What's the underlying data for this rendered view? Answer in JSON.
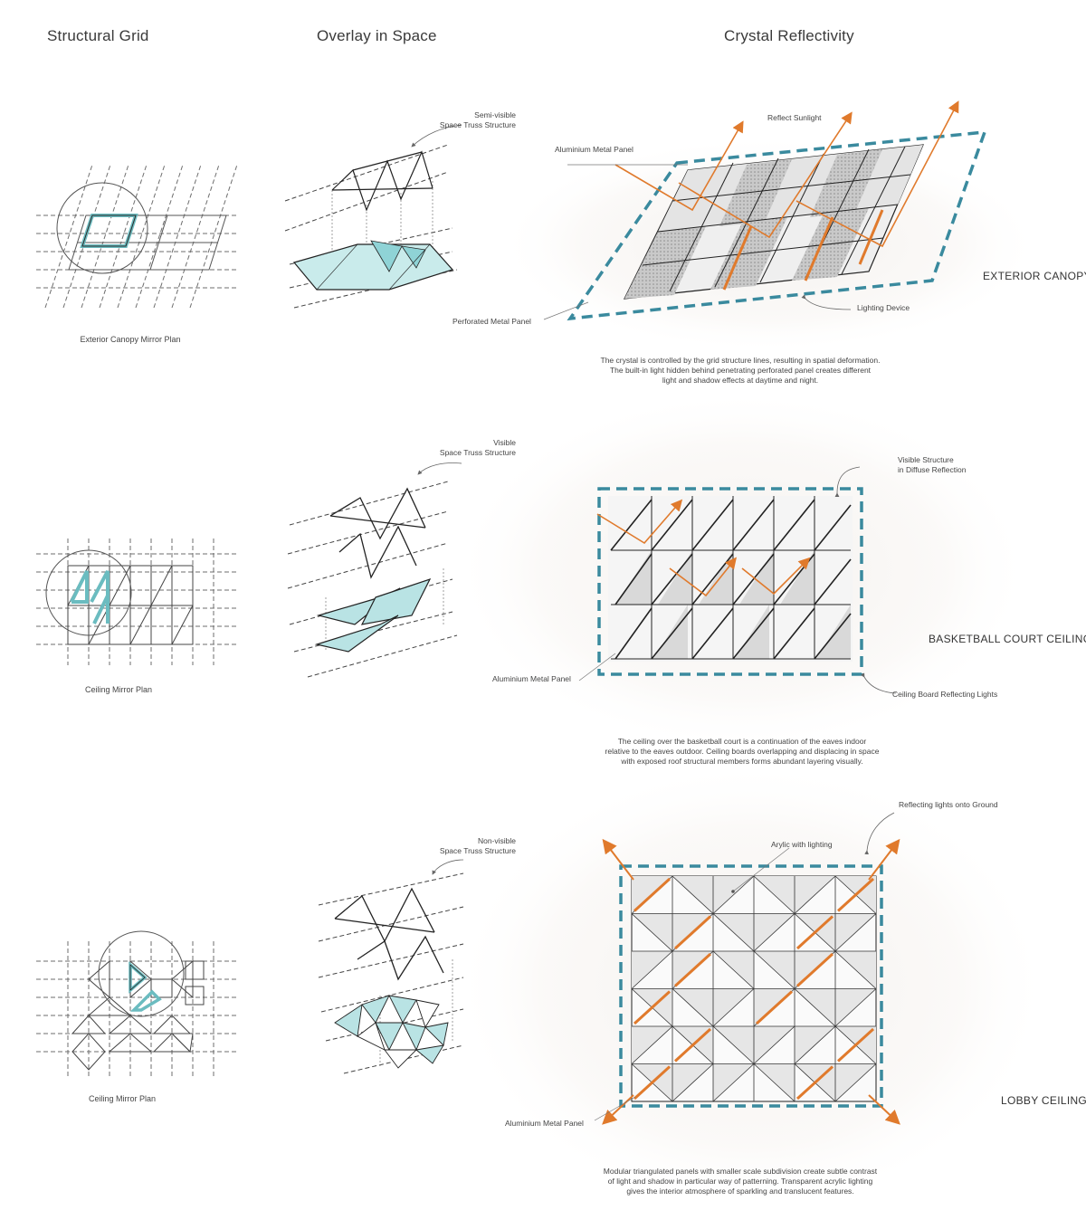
{
  "columns": {
    "structural_grid": "Structural Grid",
    "overlay_in_space": "Overlay in Space",
    "crystal_reflectivity": "Crystal Reflectivity"
  },
  "colors": {
    "teal_dashed": "#3a8a9e",
    "teal_fill": "#b9e3e4",
    "orange": "#e07a2c",
    "line": "#2b2b2b",
    "grid_dash": "#6e6e6e"
  },
  "exterior": {
    "plan_caption": "Exterior Canopy Mirror Plan",
    "truss_note": [
      "Semi-visible",
      "Space Truss Structure"
    ],
    "section_label": "EXTERIOR CANOPY",
    "callouts": {
      "reflect": "Reflect Sunlight",
      "aluminium": "Aluminium Metal Panel",
      "perforated": "Perforated Metal Panel",
      "lighting": "Lighting Device"
    },
    "description": [
      "The crystal is controlled by the grid structure lines, resulting in spatial deformation.",
      "The built-in light hidden behind penetrating perforated panel creates different",
      "light and shadow effects at daytime and night."
    ]
  },
  "court": {
    "plan_caption": "Ceiling Mirror Plan",
    "truss_note": [
      "Visible",
      "Space Truss Structure"
    ],
    "section_label": "BASKETBALL COURT CEILING",
    "callouts": {
      "visible_structure": [
        "Visible Structure",
        "in Diffuse Reflection"
      ],
      "aluminium": "Aluminium Metal Panel",
      "ceiling_board": "Ceiling Board Reflecting Lights"
    },
    "description": [
      "The ceiling over the basketball court is a continuation of the eaves indoor",
      "relative to the eaves outdoor. Ceiling boards overlapping and displacing in space",
      "with exposed roof structural members forms abundant layering visually."
    ]
  },
  "lobby": {
    "plan_caption": "Ceiling Mirror Plan",
    "truss_note": [
      "Non-visible",
      "Space Truss Structure"
    ],
    "section_label": "LOBBY CEILING",
    "callouts": {
      "reflecting": "Reflecting lights onto Ground",
      "acrylic": "Arylic with lighting",
      "aluminium": "Aluminium Metal Panel"
    },
    "description": [
      "Modular triangulated panels with smaller scale subdivision create subtle contrast",
      "of light and shadow in particular way of patterning. Transparent acrylic lighting",
      "gives the interior atmosphere of sparkling and translucent features."
    ]
  }
}
